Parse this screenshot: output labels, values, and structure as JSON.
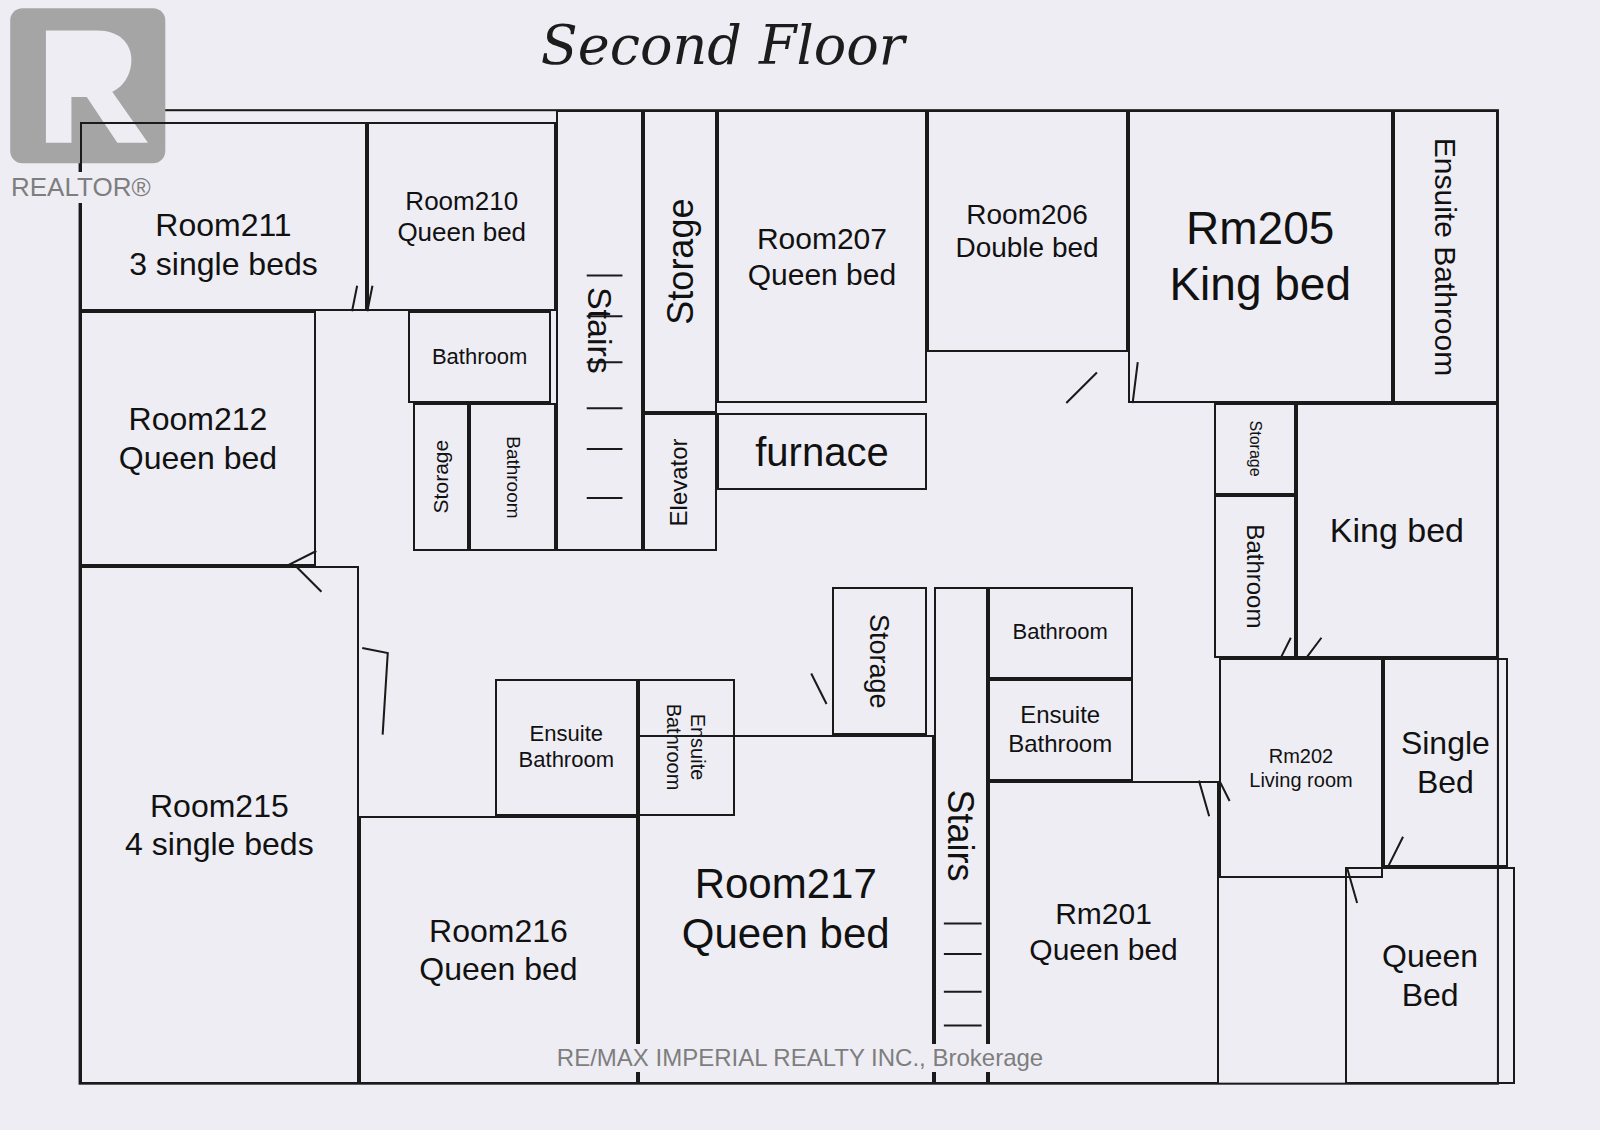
{
  "diagram": {
    "title": "Second Floor",
    "nodes": [
      {
        "text": [
          "Room211",
          "3 single beds"
        ]
      },
      {
        "text": [
          "Room210",
          "Queen bed"
        ]
      },
      {
        "text": [
          "Stairs"
        ]
      },
      {
        "text": [
          "Storage"
        ]
      },
      {
        "text": [
          "Room207",
          "Queen bed"
        ]
      },
      {
        "text": [
          "Room206",
          "Double bed"
        ]
      },
      {
        "text": [
          "Rm205",
          "King bed"
        ]
      },
      {
        "text": [
          "Ensuite Bathroom"
        ]
      },
      {
        "text": [
          "Room212",
          "Queen bed"
        ]
      },
      {
        "text": [
          "Bathroom"
        ]
      },
      {
        "text": [
          "Storage"
        ]
      },
      {
        "text": [
          "Bathroom"
        ]
      },
      {
        "text": [
          "Elevator"
        ]
      },
      {
        "text": [
          "furnace"
        ]
      },
      {
        "text": [
          "Storage"
        ]
      },
      {
        "text": [
          "Bathroom"
        ]
      },
      {
        "text": [
          "King bed"
        ]
      },
      {
        "text": [
          "Room215",
          "4 single beds"
        ]
      },
      {
        "text": [
          "Storage"
        ]
      },
      {
        "text": [
          "Bathroom"
        ]
      },
      {
        "text": [
          "Ensuite Bathroom"
        ]
      },
      {
        "text": [
          "Ensuite Bathroom"
        ]
      },
      {
        "text": [
          "Ensuite Bathroom"
        ]
      },
      {
        "text": [
          "Rm202",
          "Living room"
        ]
      },
      {
        "text": [
          "Single Bed"
        ]
      },
      {
        "text": [
          "Room216",
          "Queen bed"
        ]
      },
      {
        "text": [
          "Room217",
          "Queen bed"
        ]
      },
      {
        "text": [
          "Stairs"
        ]
      },
      {
        "text": [
          "Rm201",
          "Queen bed"
        ]
      },
      {
        "text": [
          "Queen Bed"
        ]
      }
    ],
    "labels": [
      "REALTOR®",
      "RE/MAX IMPERIAL REALTY INC., Brokerage"
    ]
  }
}
